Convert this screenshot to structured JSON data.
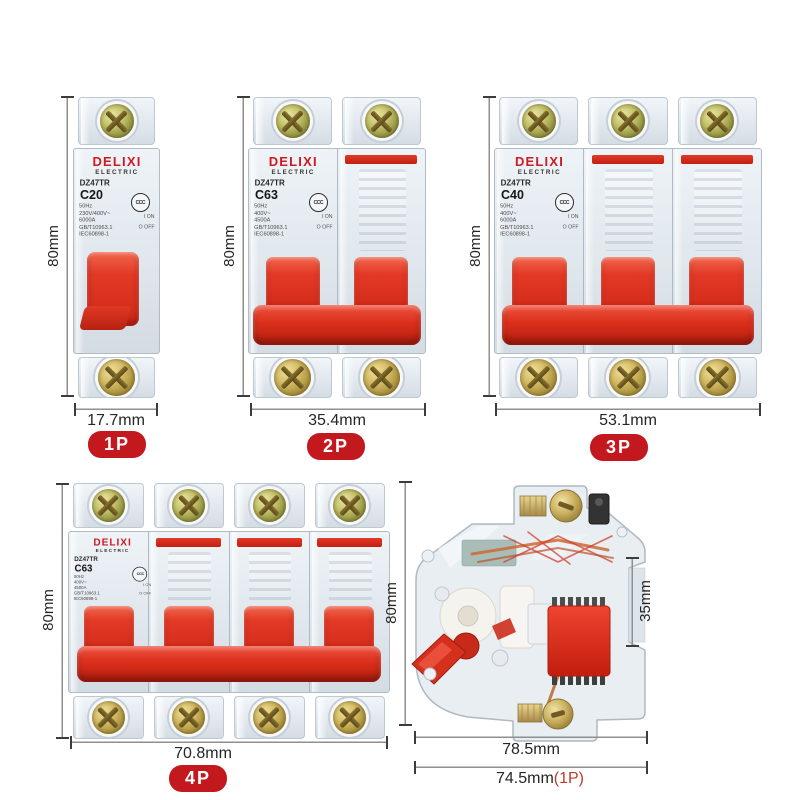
{
  "palette": {
    "brand_red": "#ce1a22",
    "handle_red": "#e33a26",
    "badge_red": "#c2181e",
    "note_red": "#c0392b",
    "dim_line_gray": "#8f8f8f",
    "dim_tick_dark": "#3c3c3c",
    "text_dark": "#252525",
    "plastic_clear": "#e9eef3",
    "brass": "#c9ad5d"
  },
  "dimensions": {
    "height_label": "80mm",
    "p1_width": "17.7mm",
    "p2_width": "35.4mm",
    "p3_width": "53.1mm",
    "p4_width": "70.8mm",
    "side_depth": "78.5mm",
    "side_depth2": "74.5mm",
    "side_depth2_note": "(1P)",
    "side_inner": "35mm"
  },
  "badges": {
    "p1": "1P",
    "p2": "2P",
    "p3": "3P",
    "p4": "4P"
  },
  "breaker_common": {
    "brand": "DELIXI",
    "sub": "ELECTRIC",
    "model": "DZ47TR",
    "cert": "CCC",
    "on": "I ON",
    "off": "O OFF"
  },
  "breakers": {
    "p1": {
      "rating": "C20",
      "specs": [
        "50Hz",
        "230V/400V~",
        "6000A",
        "GB/T10963.1",
        "IEC60898-1"
      ]
    },
    "p2": {
      "rating": "C63",
      "specs": [
        "50Hz",
        "400V~",
        "4500A",
        "GB/T10963.1",
        "IEC60898-1"
      ]
    },
    "p3": {
      "rating": "C40",
      "specs": [
        "50Hz",
        "400V~",
        "6000A",
        "GB/T10963.1",
        "IEC60898-1"
      ]
    },
    "p4": {
      "rating": "C63",
      "specs": [
        "50Hz",
        "400V~",
        "4500A",
        "GB/T10963.1",
        "IEC60898-1"
      ]
    }
  }
}
